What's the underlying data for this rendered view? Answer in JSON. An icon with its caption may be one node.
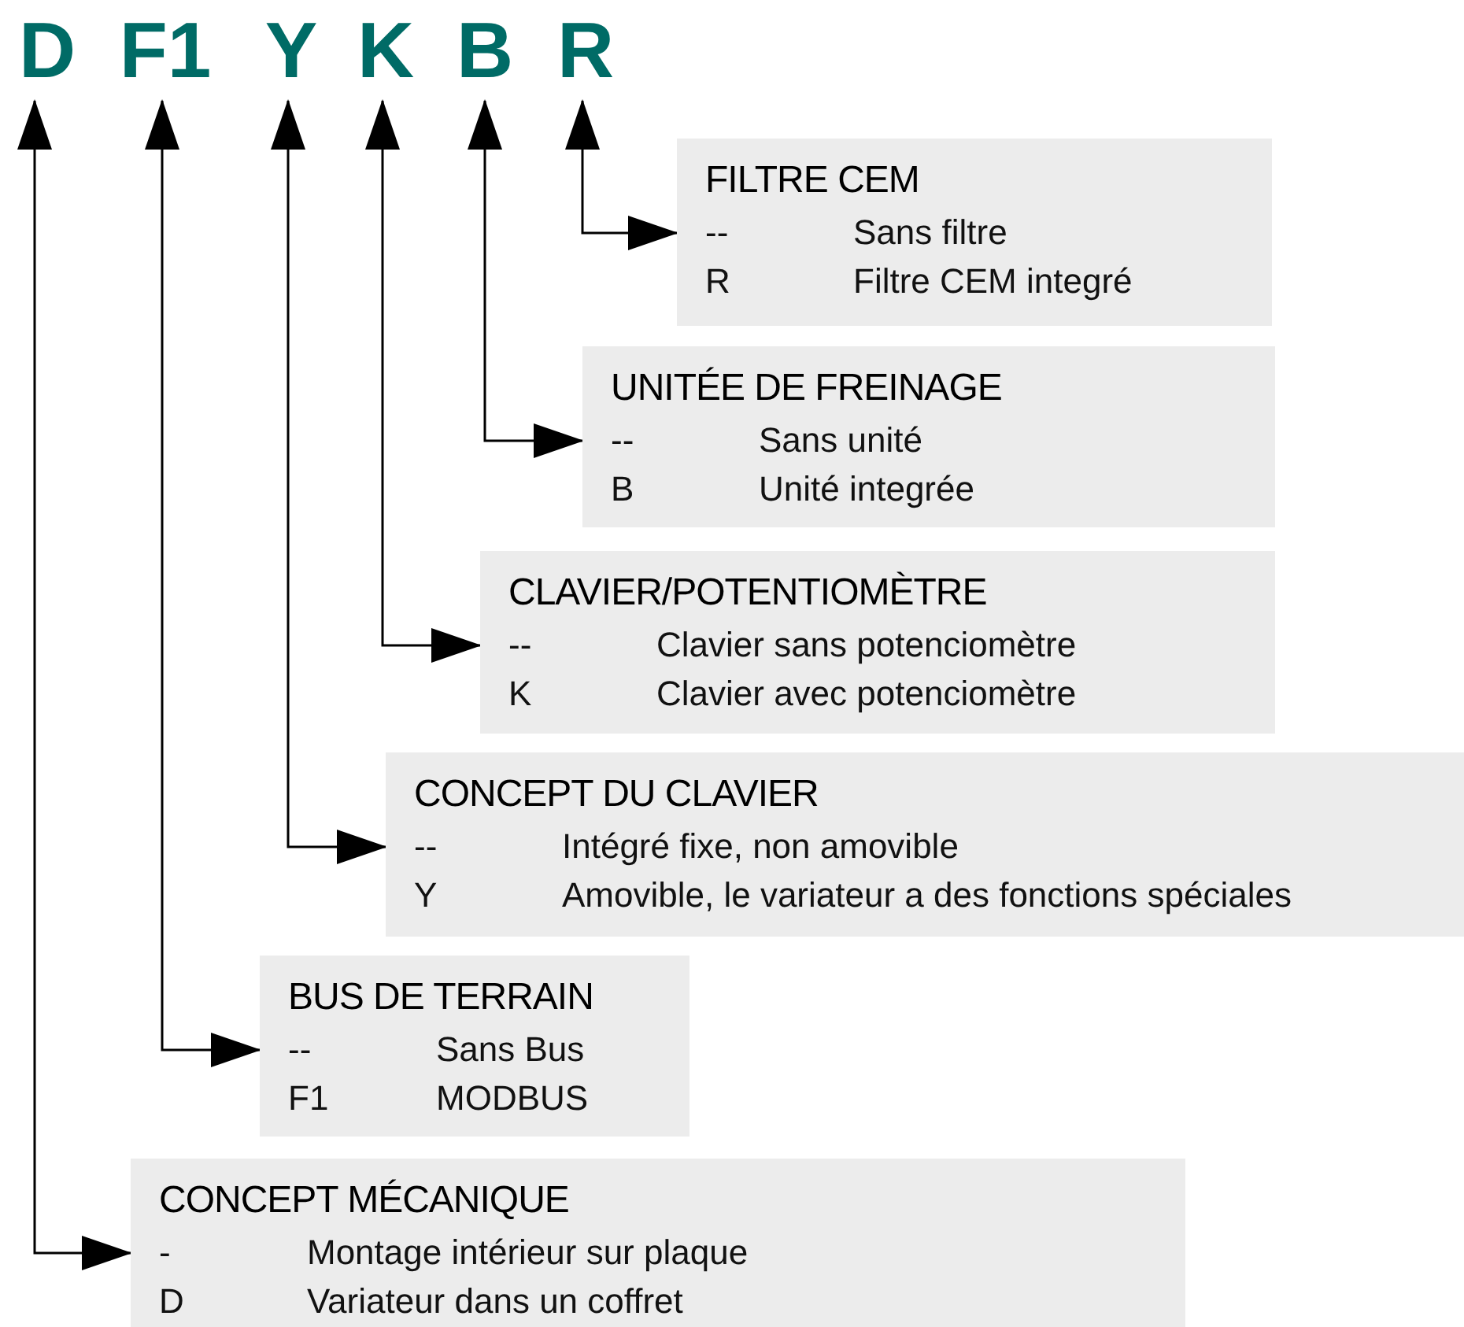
{
  "diagram": {
    "nodes": [
      {
        "text": [
          "D"
        ]
      },
      {
        "text": [
          "F1"
        ]
      },
      {
        "text": [
          "Y"
        ]
      },
      {
        "text": [
          "K"
        ]
      },
      {
        "text": [
          "B"
        ]
      },
      {
        "text": [
          "R"
        ]
      },
      {
        "text": [
          "FILTRE CEM",
          "--",
          "Sans filtre",
          "R",
          "Filtre CEM integré"
        ]
      },
      {
        "text": [
          "UNITÉE DE FREINAGE",
          "--",
          "Sans unité",
          "B",
          "Unité integrée"
        ]
      },
      {
        "text": [
          "CLAVIER/POTENTIOMÈTRE",
          "--",
          "Clavier sans potenciomètre",
          "K",
          "Clavier avec potenciomètre"
        ]
      },
      {
        "text": [
          "CONCEPT DU CLAVIER",
          "--",
          "Intégré fixe, non amovible",
          "Y",
          "Amovible, le variateur a des fonctions spéciales"
        ]
      },
      {
        "text": [
          "BUS DE TERRAIN",
          "--",
          "Sans Bus",
          "F1",
          "MODBUS"
        ]
      },
      {
        "text": [
          "CONCEPT MÉCANIQUE",
          "-",
          "Montage intérieur sur plaque",
          "D",
          "Variateur dans un coffret"
        ]
      }
    ],
    "edges": [
      {
        "from": 5,
        "to": 6,
        "arrow": "both"
      },
      {
        "from": 4,
        "to": 7,
        "arrow": "both"
      },
      {
        "from": 3,
        "to": 8,
        "arrow": "both"
      },
      {
        "from": 2,
        "to": 9,
        "arrow": "both"
      },
      {
        "from": 1,
        "to": 10,
        "arrow": "both"
      },
      {
        "from": 0,
        "to": 11,
        "arrow": "both"
      }
    ]
  }
}
